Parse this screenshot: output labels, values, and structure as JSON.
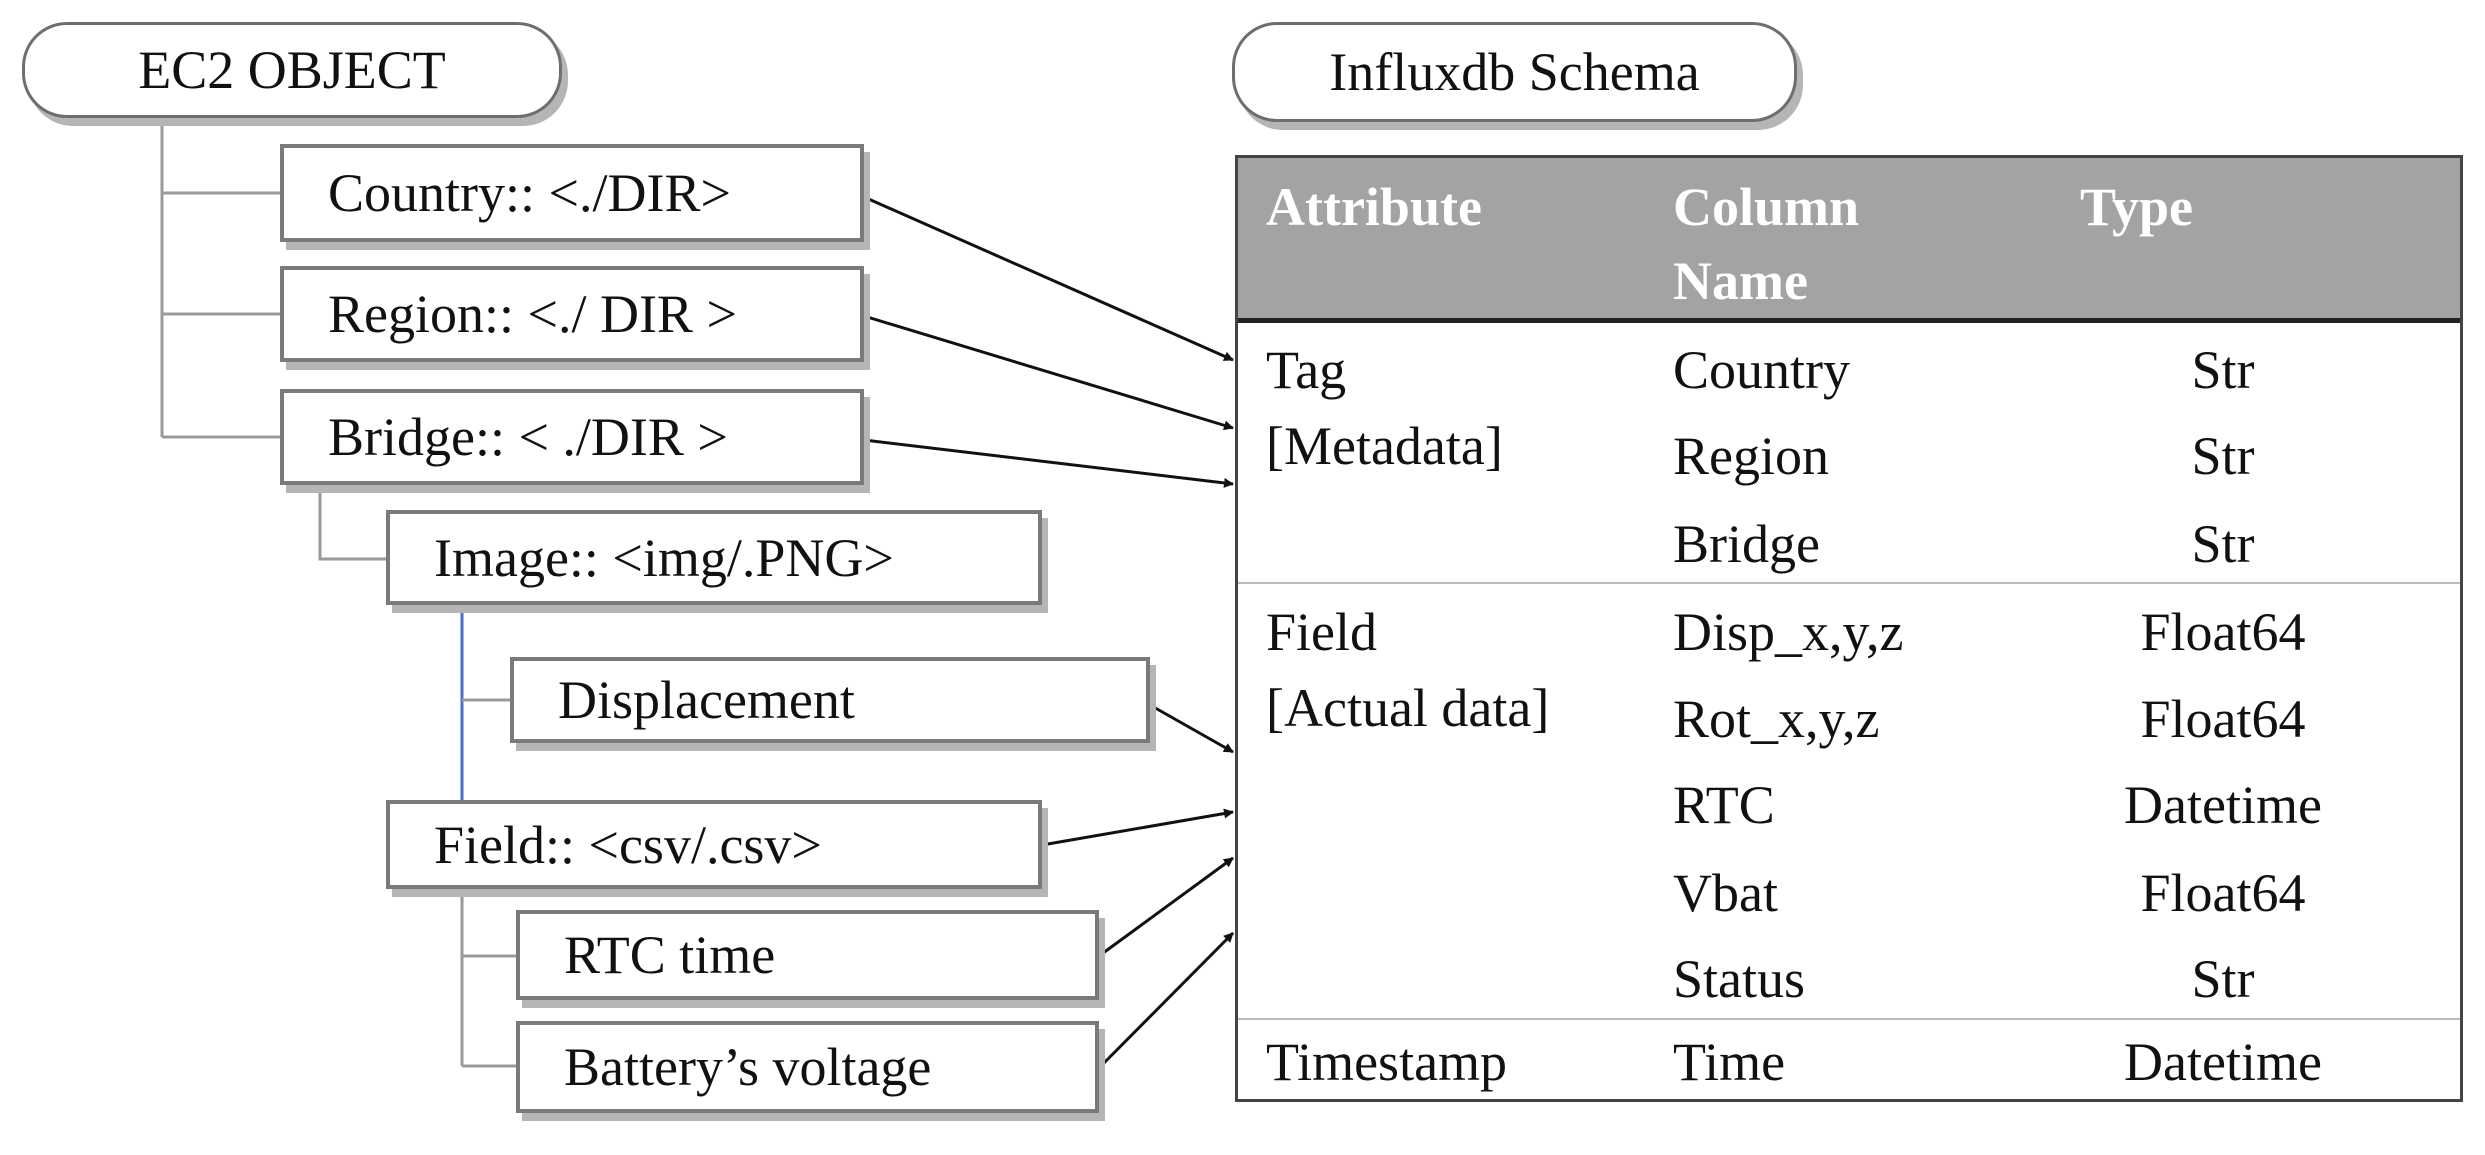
{
  "left_title": "EC2 OBJECT",
  "right_title": "Influxdb Schema",
  "tree": {
    "country": "Country:: <./DIR>",
    "region": "Region:: <./ DIR >",
    "bridge": "Bridge:: < ./DIR >",
    "image": "Image:: <img/.PNG>",
    "displacement": "Displacement",
    "field": "Field:: <csv/.csv>",
    "rtc": "RTC time",
    "battery": "Battery’s voltage"
  },
  "schema": {
    "headers": {
      "attribute": "Attribute",
      "column_line1": "Column",
      "column_line2": "Name",
      "type": "Type"
    },
    "groups": [
      {
        "attribute_line1": "Tag",
        "attribute_line2": "[Metadata]",
        "rows": [
          {
            "column": "Country",
            "type": "Str"
          },
          {
            "column": "Region",
            "type": "Str"
          },
          {
            "column": "Bridge",
            "type": "Str"
          }
        ]
      },
      {
        "attribute_line1": "Field",
        "attribute_line2": "[Actual data]",
        "rows": [
          {
            "column": "Disp_x,y,z",
            "type": "Float64"
          },
          {
            "column": "Rot_x,y,z",
            "type": "Float64"
          },
          {
            "column": "RTC",
            "type": "Datetime"
          },
          {
            "column": "Vbat",
            "type": "Float64"
          },
          {
            "column": "Status",
            "type": "Str"
          }
        ]
      },
      {
        "attribute_line1": "Timestamp",
        "attribute_line2": "",
        "rows": [
          {
            "column": "Time",
            "type": "Datetime"
          }
        ]
      }
    ]
  },
  "colors": {
    "header_fill": "#a3a3a3",
    "header_text": "#ffffff",
    "box_border": "#7a7a7a",
    "tree_line": "#9a9a9a",
    "accent_line": "#4a6fc9",
    "arrow": "#111111"
  }
}
